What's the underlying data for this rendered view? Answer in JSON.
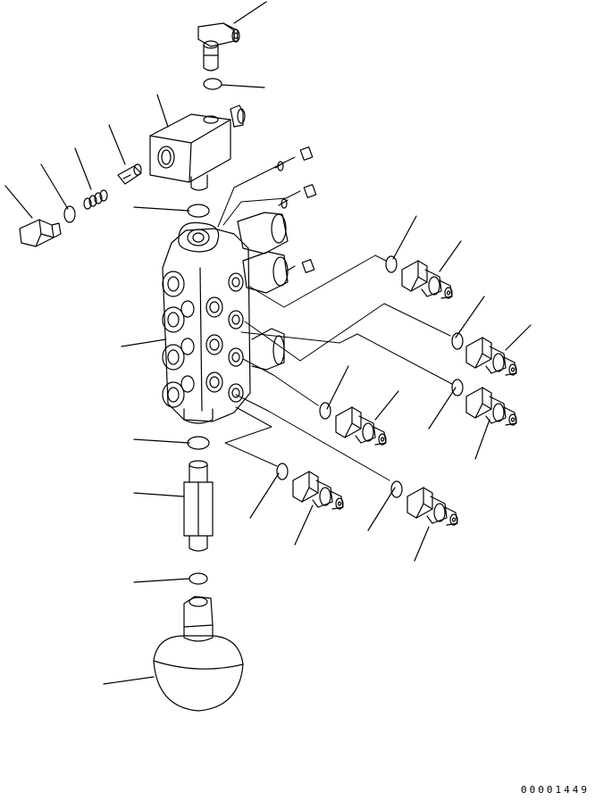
{
  "drawing": {
    "id_number": "00001449",
    "line_color": "#000000",
    "background": "#ffffff"
  },
  "parts": [
    {
      "name": "elbow-fitting",
      "icon": "elbow-fitting-icon"
    },
    {
      "name": "o-ring",
      "icon": "o-ring-icon"
    },
    {
      "name": "valve-block",
      "icon": "valve-block-icon"
    },
    {
      "name": "spring",
      "icon": "spring-icon"
    },
    {
      "name": "plug",
      "icon": "plug-icon"
    },
    {
      "name": "solenoid-valve",
      "icon": "solenoid-icon"
    },
    {
      "name": "manifold-block",
      "icon": "manifold-icon"
    },
    {
      "name": "check-valve",
      "icon": "check-valve-icon"
    },
    {
      "name": "nipple",
      "icon": "nipple-icon"
    },
    {
      "name": "accumulator",
      "icon": "accumulator-icon"
    }
  ]
}
